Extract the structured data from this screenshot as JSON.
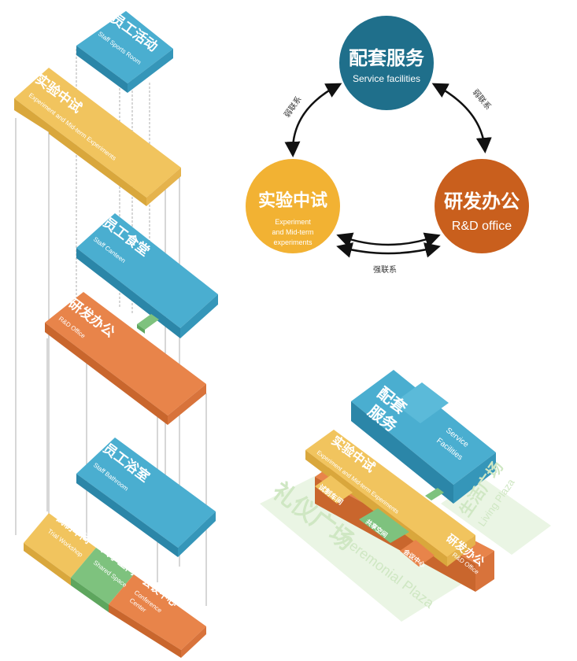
{
  "colors": {
    "yellow": "#f1c45e",
    "blue": "#4aaed0",
    "orange": "#e8844a",
    "green": "#7ec27e",
    "teal_circle": "#1f6f8b",
    "yellow_circle": "#f2b233",
    "orange_circle": "#c95f1d",
    "plaza": "#d8ecd0"
  },
  "exploded": {
    "staff_sports": {
      "cn": "员工活动",
      "en": "Staff Sports Room"
    },
    "experiment": {
      "cn": "实验中试",
      "en": "Experiment and Mid-term Experiments"
    },
    "canteen": {
      "cn": "员工食堂",
      "en": "Staff Canteen"
    },
    "rd": {
      "cn": "研发办公",
      "en": "R&D Office"
    },
    "bathroom": {
      "cn": "员工浴室",
      "en": "Staff Bathroom"
    },
    "workshop": {
      "cn": "试制车间",
      "en": "Trial Workshop"
    },
    "shared": {
      "cn": "共享空间",
      "en": "Shared Space"
    },
    "conference": {
      "cn": "会议中心",
      "en": "Conference",
      "en2": "Center"
    }
  },
  "relation": {
    "service": {
      "cn": "配套服务",
      "en": "Service facilities"
    },
    "experiment": {
      "cn": "实验中试",
      "en1": "Experiment",
      "en2": "and Mid-term",
      "en3": "experiments"
    },
    "rd": {
      "cn": "研发办公",
      "en": "R&D office"
    },
    "weak_link_left": "弱联系",
    "weak_link_right": "弱联系",
    "strong_link": "强联系"
  },
  "assembled": {
    "service_cn1": "配套",
    "service_cn2": "服务",
    "service_en1": "Service",
    "service_en2": "Facilities",
    "experiment_cn": "实验中试",
    "experiment_en": "Experiment and Mid-term Experiments",
    "workshop_cn": "试制车间",
    "shared_cn": "共享空间",
    "conference_cn": "会议中心",
    "rd_cn": "研发办公",
    "rd_en": "R&D Office",
    "living_cn": "生活广场",
    "living_en": "Living Plaza",
    "ceremonial_cn": "礼仪广场",
    "ceremonial_en": "Ceremonial Plaza"
  }
}
